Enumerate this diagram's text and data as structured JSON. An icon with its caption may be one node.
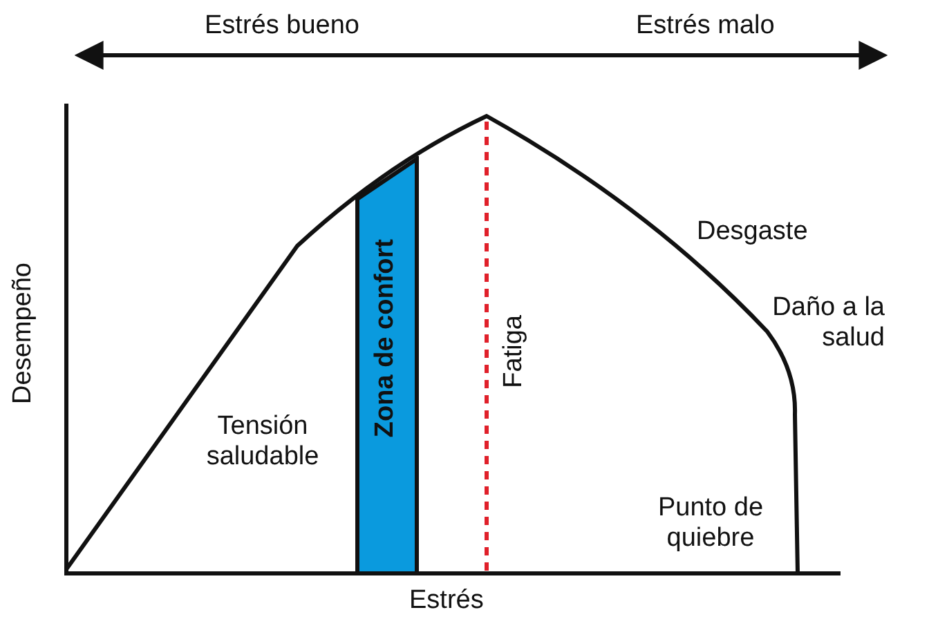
{
  "diagram": {
    "nodes": [
      {
        "text": [
          "Zona de confort"
        ]
      }
    ],
    "labels": [
      "Estrés bueno",
      "Estrés malo",
      "Desempeño",
      "Tensión saludable",
      "Fatiga",
      "Desgaste",
      "Daño a la salud",
      "Punto de quiebre",
      "Estrés"
    ]
  }
}
